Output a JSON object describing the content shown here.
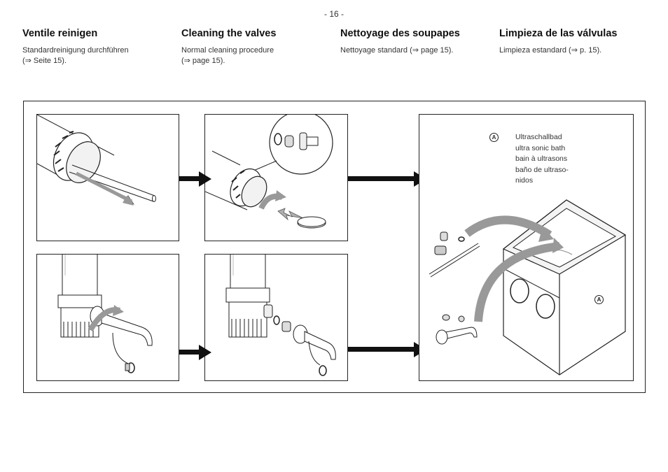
{
  "page": {
    "number": "- 16 -"
  },
  "columns": [
    {
      "title": "Ventile reinigen",
      "line1": "Standardreinigung durchführen",
      "line2": "(⇒ Seite 15)."
    },
    {
      "title": "Cleaning the valves",
      "line1": "Normal cleaning procedure",
      "line2": "(⇒ page 15)."
    },
    {
      "title": "Nettoyage des soupapes",
      "line1": "Nettoyage standard (⇒ page 15).",
      "line2": ""
    },
    {
      "title": "Limpieza de las válvulas",
      "line1": "Limpieza estandard (⇒ p. 15).",
      "line2": ""
    }
  ],
  "legend": {
    "badge": "A",
    "lines": [
      "Ultraschallbad",
      "ultra sonic bath",
      "bain à ultrasons",
      "baño de ultraso-",
      "nidos"
    ]
  }
}
